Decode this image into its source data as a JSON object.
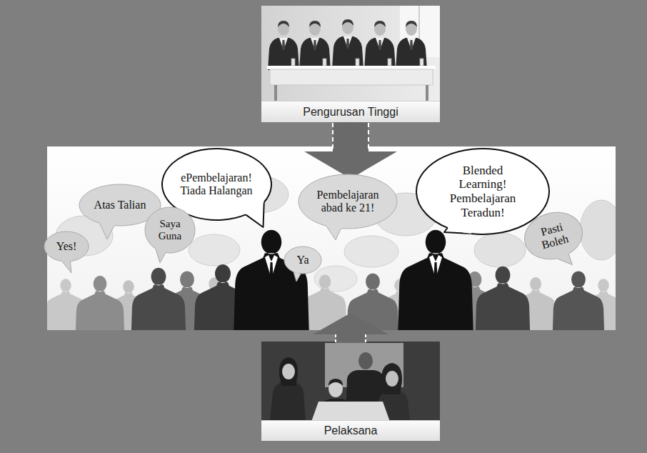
{
  "diagram": {
    "nodes": [
      {
        "text": [
          "Pengurusan Tinggi"
        ]
      },
      {
        "text": [
          "ePembelajaran! Tiada Halangan"
        ]
      },
      {
        "text": [
          "Blended Learning! Pembelajaran Teradun!"
        ]
      },
      {
        "text": [
          "Atas Talian"
        ]
      },
      {
        "text": [
          "Pembelajaran abad ke 21!"
        ]
      },
      {
        "text": [
          "Saya Guna"
        ]
      },
      {
        "text": [
          "Pasti Boleh"
        ]
      },
      {
        "text": [
          "Yes!"
        ]
      },
      {
        "text": [
          "Ya"
        ]
      },
      {
        "text": [
          "Pelaksana"
        ]
      }
    ]
  }
}
